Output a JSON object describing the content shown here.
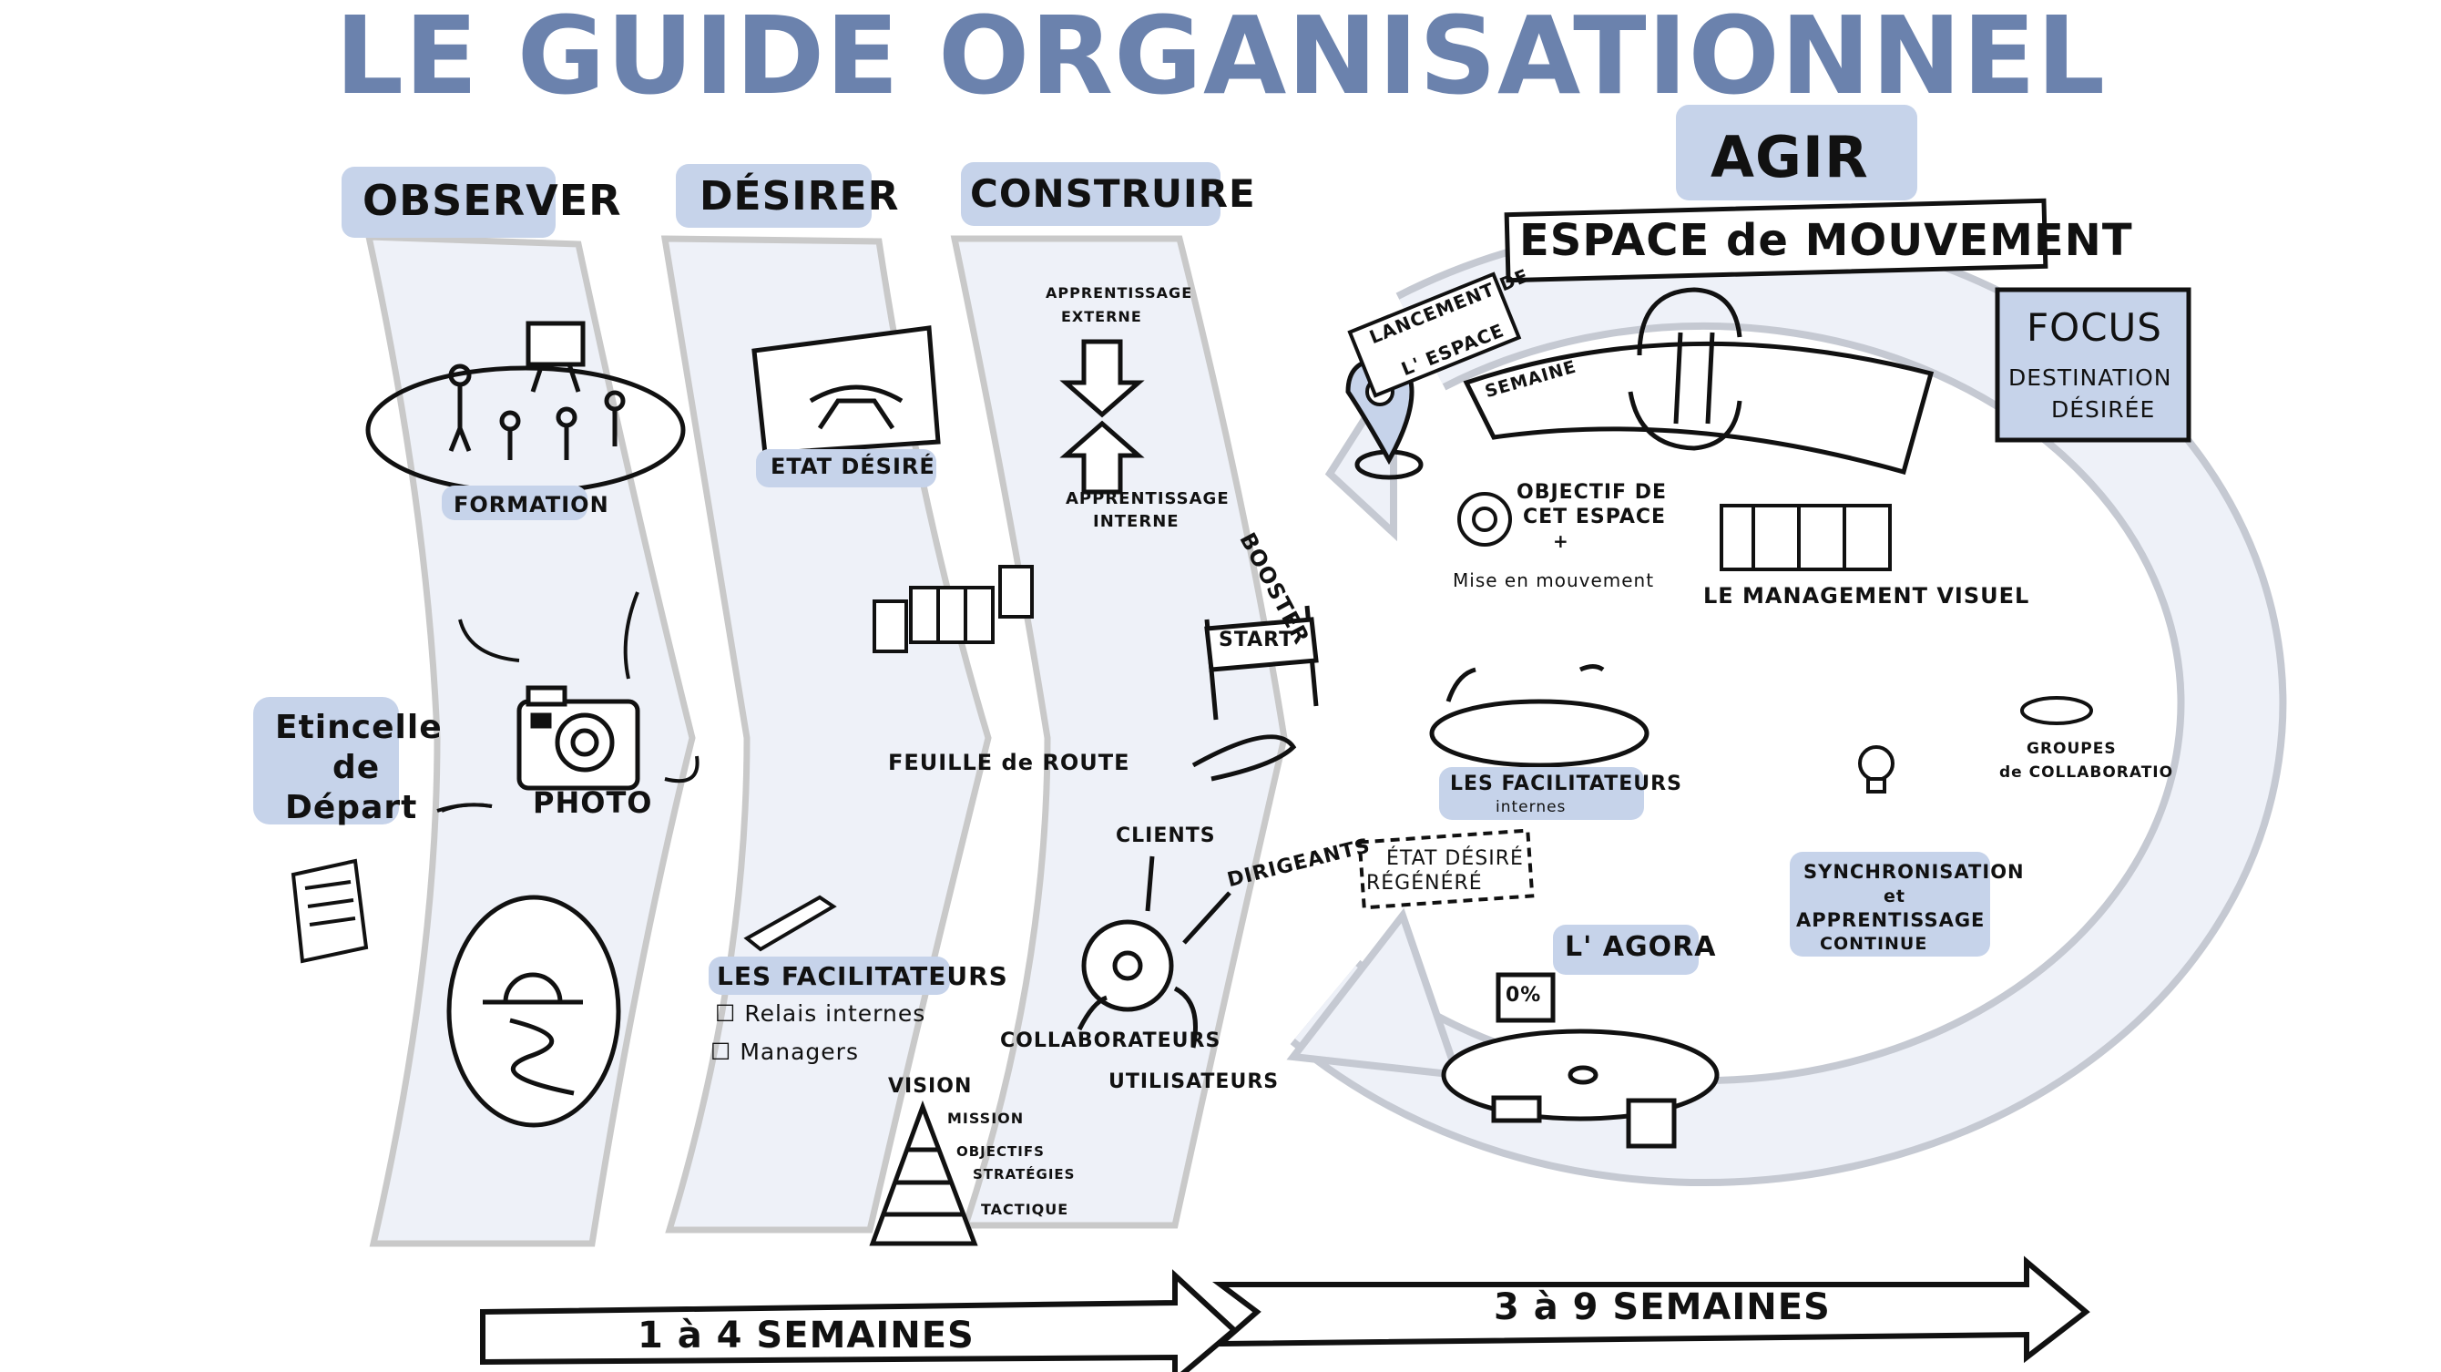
{
  "title": "LE GUIDE ORGANISATIONNEL",
  "phases": {
    "observer": "OBSERVER",
    "desirer": "DÉSIRER",
    "construire": "CONSTRUIRE",
    "agir": "AGIR"
  },
  "spark": {
    "line1": "Etincelle",
    "line2": "de",
    "line3": "Départ"
  },
  "observer": {
    "formation": "FORMATION",
    "photo": "PHOTO"
  },
  "desirer": {
    "etat_desire": "ETAT DÉSIRÉ",
    "feuille_de_route": "FEUILLE de ROUTE",
    "facilitateurs": "LES FACILITATEURS",
    "relais": "Relais internes",
    "managers": "Managers"
  },
  "construire": {
    "app_externe_1": "APPRENTISSAGE",
    "app_externe_2": "EXTERNE",
    "app_interne_1": "APPRENTISSAGE",
    "app_interne_2": "INTERNE",
    "start": "START",
    "booster": "BOOSTER",
    "clients": "CLIENTS",
    "dirigeants": "DIRIGEANTS",
    "collaborateurs": "COLLABORATEURS",
    "utilisateurs": "UTILISATEURS",
    "vision": "VISION",
    "mission": "MISSION",
    "objectifs": "OBJECTIFS",
    "strategies": "STRATÉGIES",
    "tactique": "TACTIQUE"
  },
  "agir": {
    "espace": "ESPACE de MOUVEMENT",
    "lancement_1": "LANCEMENT DE",
    "lancement_2": "L' ESPACE",
    "semaine": "SEMAINE",
    "focus": "FOCUS",
    "destination_1": "DESTINATION",
    "destination_2": "DÉSIRÉE",
    "objectif_1": "OBJECTIF DE",
    "objectif_2": "CET ESPACE",
    "objectif_plus": "+",
    "mise": "Mise en mouvement",
    "management": "LE MANAGEMENT VISUEL",
    "facilitateurs": "LES FACILITATEURS",
    "internes": "internes",
    "groupes_1": "GROUPES",
    "groupes_2": "de COLLABORATIO",
    "etat_1": "ÉTAT DÉSIRÉ",
    "etat_2": "RÉGÉNÉRÉ",
    "sync_1": "SYNCHRONISATION",
    "sync_2": "et",
    "sync_3": "APPRENTISSAGE",
    "sync_4": "CONTINUE",
    "agora": "L' AGORA",
    "screen_text": "0%"
  },
  "timeline": {
    "left": "1 à 4 SEMAINES",
    "right": "3 à 9 SEMAINES"
  },
  "colors": {
    "accent": "#6b82ad",
    "highlight": "#c6d3ea",
    "band": "#eef1f8",
    "ink": "#111111"
  }
}
